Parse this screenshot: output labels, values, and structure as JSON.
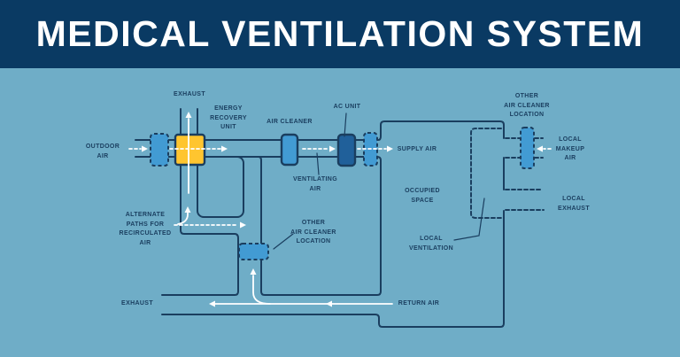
{
  "header": {
    "title": "MEDICAL VENTILATION SYSTEM"
  },
  "labels": {
    "exhaust_top": "EXHAUST",
    "energy_recovery_unit": "ENERGY\nRECOVERY\nUNIT",
    "outdoor_air": "OUTDOOR\nAIR",
    "air_cleaner": "AIR CLEANER",
    "ac_unit": "AC UNIT",
    "ventilating_air": "VENTILATING\nAIR",
    "supply_air": "SUPPLY AIR",
    "alternate_paths": "ALTERNATE\nPATHS FOR\nRECIRCULATED\nAIR",
    "other_air_cleaner_mid": "OTHER\nAIR CLEANER\nLOCATION",
    "occupied_space": "OCCUPIED\nSPACE",
    "local_ventilation": "LOCAL\nVENTILATION",
    "exhaust_bottom": "EXHAUST",
    "return_air": "RETURN AIR",
    "other_air_cleaner_top": "OTHER\nAIR CLEANER\nLOCATION",
    "local_makeup_air": "LOCAL\nMAKEUP\nAIR",
    "local_exhaust": "LOCAL\nEXHAUST"
  },
  "colors": {
    "header_bg": "#0A3A63",
    "canvas_bg": "#6FADC7",
    "line": "#1A3E5F",
    "title": "#FFFFFF",
    "arrow": "#FFFFFF",
    "erv_fill": "#FFC52F",
    "cleaner_fill": "#429BD3",
    "ac_unit_fill": "#20609A"
  }
}
